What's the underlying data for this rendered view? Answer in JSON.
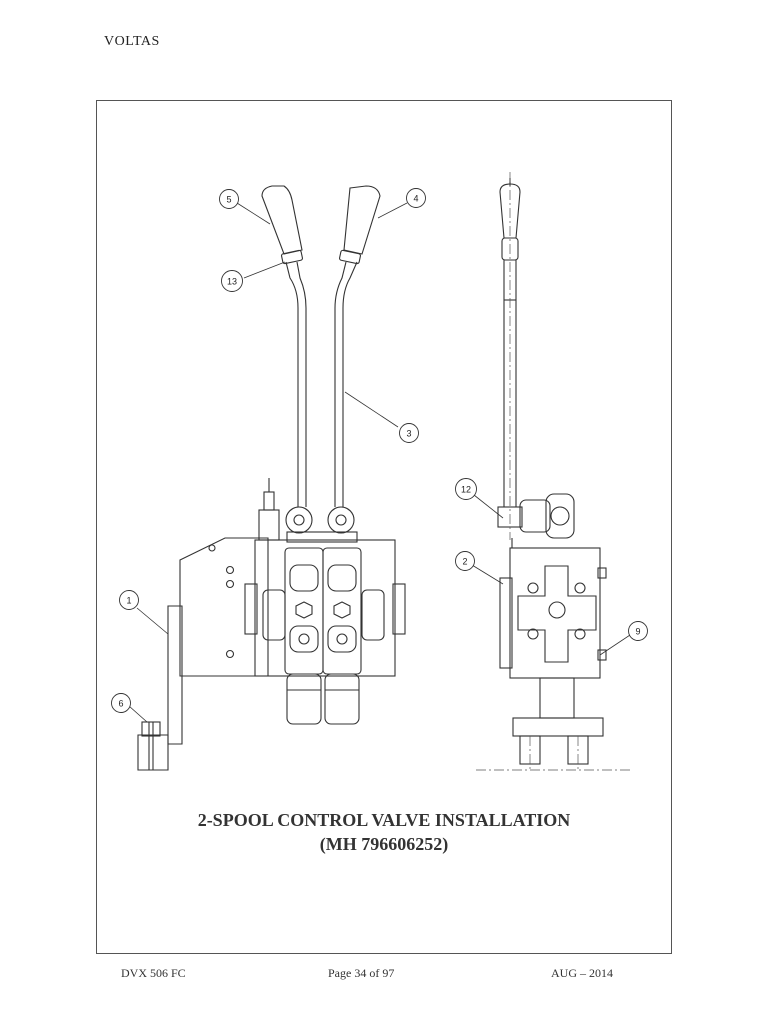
{
  "header": {
    "company": "VOLTAS"
  },
  "drawing": {
    "callouts": [
      "5",
      "4",
      "13",
      "3",
      "12",
      "2",
      "1",
      "9",
      "6"
    ]
  },
  "title": {
    "line1": "2-SPOOL CONTROL VALVE INSTALLATION",
    "line2": "(MH 796606252)"
  },
  "footer": {
    "model": "DVX 506 FC",
    "page": "Page 34 of 97",
    "date": "AUG – 2014"
  }
}
